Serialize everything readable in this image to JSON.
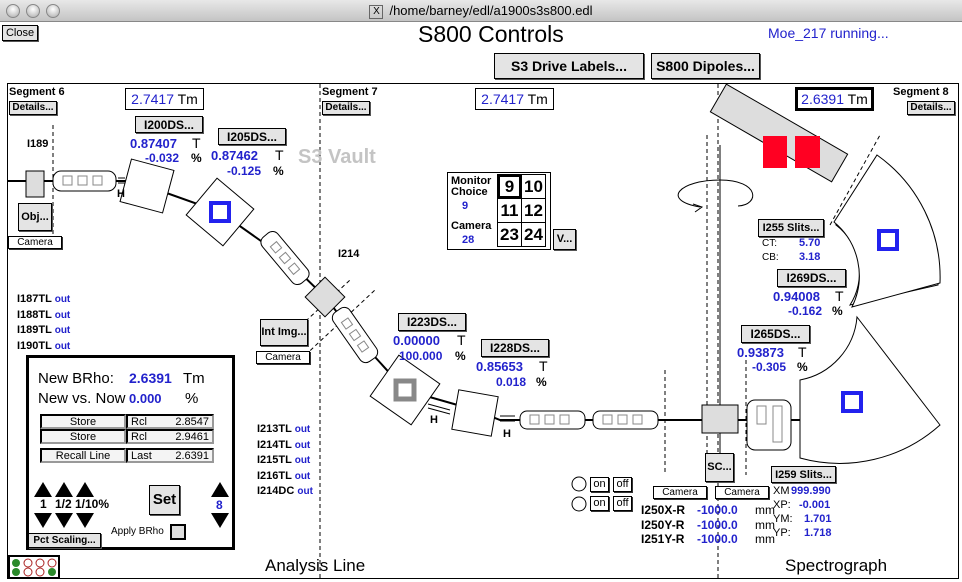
{
  "window": {
    "title": "/home/barney/edl/a1900s3s800.edl"
  },
  "header": {
    "close": "Close",
    "title": "S800 Controls",
    "status": "Moe_217 running...",
    "drive_labels": "S3 Drive Labels...",
    "dipoles": "S800 Dipoles..."
  },
  "segments": [
    {
      "label": "Segment 6",
      "details": "Details...",
      "brho": "2.7417",
      "unit": "Tm"
    },
    {
      "label": "Segment 7",
      "details": "Details...",
      "brho": "2.7417",
      "unit": "Tm"
    },
    {
      "label": "Segment 8",
      "details": "Details...",
      "brho": "2.6391",
      "unit": "Tm"
    }
  ],
  "vault_label": "S3 Vault",
  "magnets": {
    "I200DS": {
      "label": "I200DS...",
      "field": "0.87407",
      "pct": "-0.032"
    },
    "I205DS": {
      "label": "I205DS...",
      "field": "0.87462",
      "pct": "-0.125"
    },
    "I223DS": {
      "label": "I223DS...",
      "field": "0.00000",
      "pct": "100.000"
    },
    "I228DS": {
      "label": "I228DS...",
      "field": "0.85653",
      "pct": "0.018"
    },
    "I269DS": {
      "label": "I269DS...",
      "field": "0.94008",
      "pct": "-0.162"
    },
    "I265DS": {
      "label": "I265DS...",
      "field": "0.93873",
      "pct": "-0.305"
    },
    "t": "T",
    "p": "%"
  },
  "labels": {
    "i189": "I189",
    "i214": "I214",
    "h": "H"
  },
  "buttons": {
    "obj": "Obj...",
    "camera": "Camera",
    "int_img": "Int Img...",
    "sc": "SC...",
    "v": "V...",
    "pct_scaling": "Pct Scaling...",
    "set": "Set"
  },
  "targets_left": [
    {
      "name": "I187TL",
      "state": "out"
    },
    {
      "name": "I188TL",
      "state": "out"
    },
    {
      "name": "I189TL",
      "state": "out"
    },
    {
      "name": "I190TL",
      "state": "out"
    }
  ],
  "targets_mid": [
    {
      "name": "I213TL",
      "state": "out"
    },
    {
      "name": "I214TL",
      "state": "out"
    },
    {
      "name": "I215TL",
      "state": "out"
    },
    {
      "name": "I216TL",
      "state": "out"
    },
    {
      "name": "I214DC",
      "state": "out"
    }
  ],
  "brho_panel": {
    "new_label": "New BRho:",
    "new_value": "2.6391",
    "new_unit": "Tm",
    "vs_label": "New vs. Now",
    "vs_value": "0.000",
    "vs_unit": "%",
    "rows": [
      {
        "left": "Store",
        "mid": "Rcl",
        "val": "2.8547"
      },
      {
        "left": "Store",
        "mid": "Rcl",
        "val": "2.9461"
      },
      {
        "left": "Recall Line",
        "mid": "Last",
        "val": "2.6391"
      }
    ],
    "steps": [
      "1",
      "1/2",
      "1/10%"
    ],
    "digit": "8",
    "apply": "Apply BRho"
  },
  "monitor": {
    "label1": "Monitor",
    "label2": "Choice",
    "choice": "9",
    "cam_label": "Camera",
    "camera": "28",
    "cells": [
      "9",
      "10",
      "11",
      "12",
      "23",
      "24"
    ],
    "selected": "9"
  },
  "slits255": {
    "label": "I255 Slits...",
    "ct_label": "CT:",
    "ct": "5.70",
    "cb_label": "CB:",
    "cb": "3.18"
  },
  "slits259": {
    "label": "I259 Slits...",
    "rows": [
      {
        "k": "XM",
        "v": "999.990"
      },
      {
        "k": "XP:",
        "v": "-0.001"
      },
      {
        "k": "YM:",
        "v": "1.701"
      },
      {
        "k": "YP:",
        "v": "1.718"
      }
    ]
  },
  "toggles": {
    "on": "on",
    "off": "off"
  },
  "readouts": [
    {
      "name": "I250X-R",
      "value": "-1000.0",
      "unit": "mm"
    },
    {
      "name": "I250Y-R",
      "value": "-1000.0",
      "unit": "mm"
    },
    {
      "name": "I251Y-R",
      "value": "-1000.0",
      "unit": "mm"
    }
  ],
  "section_labels": {
    "analysis": "Analysis Line",
    "spectro": "Spectrograph"
  },
  "colors": {
    "accent": "#2222cc",
    "blocker": "#ff0022",
    "element_fill": "#dddddd"
  }
}
